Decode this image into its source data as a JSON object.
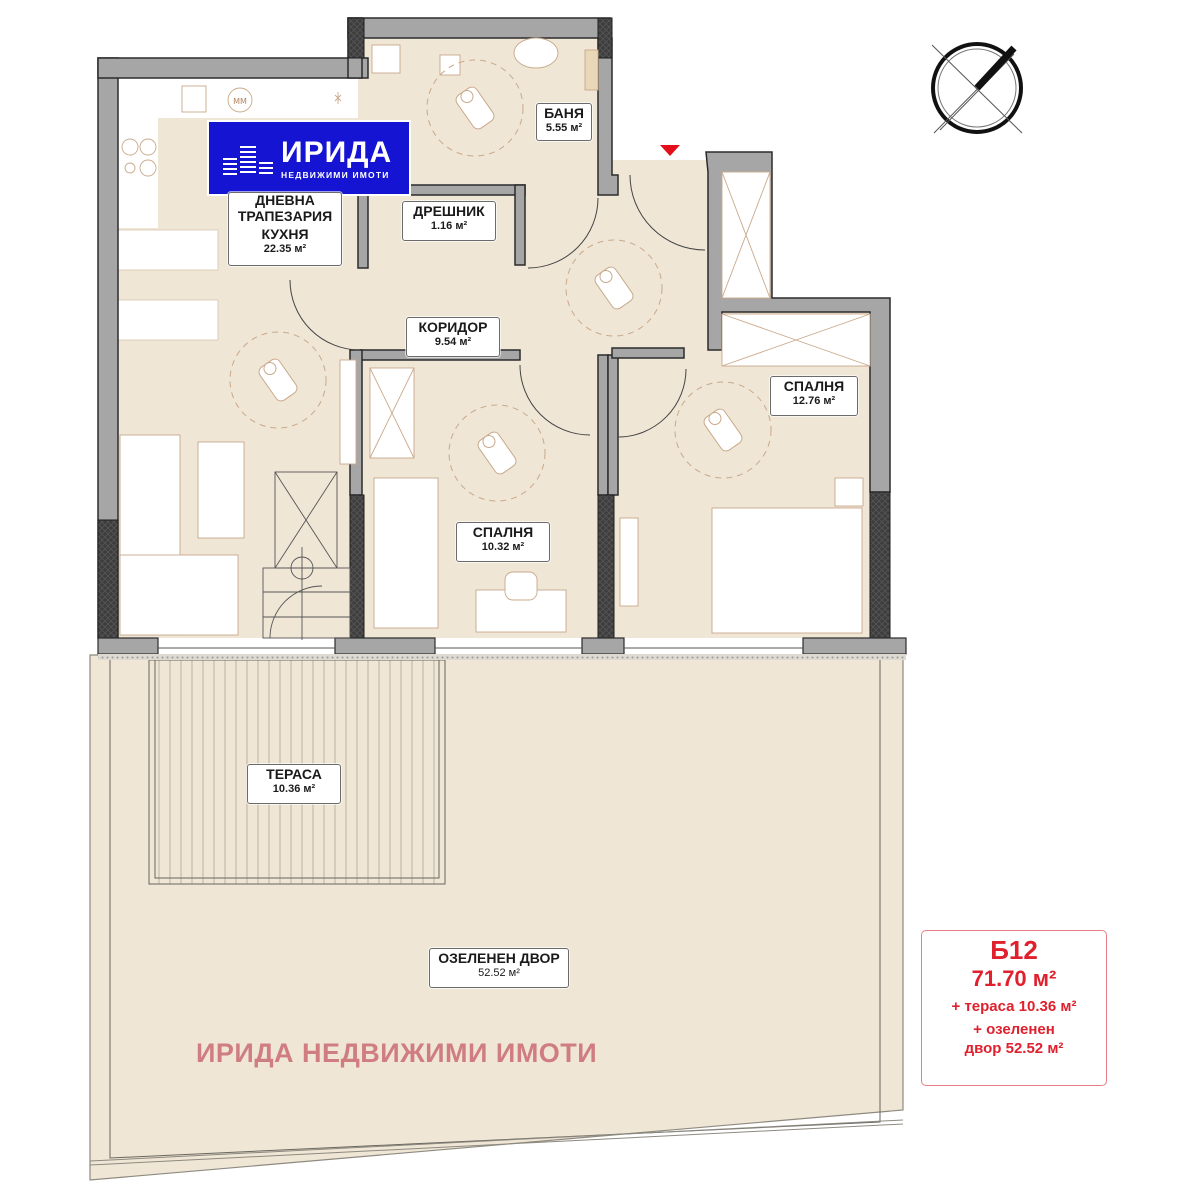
{
  "unit_summary": {
    "code": "Б12",
    "total_area": "71.70 м²",
    "terrace_line": "+ тераса 10.36 м²",
    "yard_line_1": "+ озеленен",
    "yard_line_2": "двор 52.52 м²",
    "accent_color": "#e0202d"
  },
  "logo": {
    "brand": "ИРИДА",
    "subtitle": "НЕДВИЖИМИ ИМОТИ",
    "background_color": "#1414d2"
  },
  "watermark": "ИРИДА НЕДВИЖИМИ ИМОТИ",
  "rooms": [
    {
      "id": "living",
      "name_lines": [
        "ДНЕВНА",
        "ТРАПЕЗАРИЯ",
        "КУХНЯ"
      ],
      "area": "22.35 м²"
    },
    {
      "id": "bathroom",
      "name": "БАНЯ",
      "area": "5.55 м²"
    },
    {
      "id": "wardrobe",
      "name": "ДРЕШНИК",
      "area": "1.16 м²"
    },
    {
      "id": "corridor",
      "name": "КОРИДОР",
      "area": "9.54 м²"
    },
    {
      "id": "bedroom-1",
      "name": "СПАЛНЯ",
      "area": "10.32 м²"
    },
    {
      "id": "bedroom-2",
      "name": "СПАЛНЯ",
      "area": "12.76 м²"
    },
    {
      "id": "terrace",
      "name": "ТЕРАСА",
      "area": "10.36 м²"
    },
    {
      "id": "garden",
      "name": "ОЗЕЛЕНЕН ДВОР",
      "area": "52.52 м²"
    }
  ],
  "symbols": {
    "north_arrow": "compass-north-icon",
    "entrance_marker": "entrance-triangle-icon",
    "entrance_color": "#e3101c"
  },
  "colors": {
    "floor": "#efe6d6",
    "wall": "#a6a6a6",
    "wall_bearing": "#3d3d3d",
    "line": "#2b2b2b",
    "furniture_line": "#c9a98a"
  }
}
